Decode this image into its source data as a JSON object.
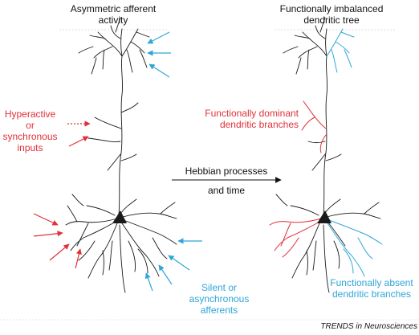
{
  "titles": {
    "left_line1": "Asymmetric afferent",
    "left_line2": "activity",
    "right_line1": "Functionally imbalanced",
    "right_line2": "dendritic tree"
  },
  "labels": {
    "hyperactive_line1": "Hyperactive or",
    "hyperactive_line2": "synchronous",
    "hyperactive_line3": "inputs",
    "dominant_line1": "Functionally dominant",
    "dominant_line2": "dendritic branches",
    "process_line1": "Hebbian processes",
    "process_line2": "and time",
    "silent_line1": "Silent or",
    "silent_line2": "asynchronous",
    "silent_line3": "afferents",
    "absent_line1": "Functionally absent",
    "absent_line2": "dendritic branches"
  },
  "source": "TRENDS in Neurosciences",
  "colors": {
    "active": "#e0313a",
    "silent": "#2fa6d8",
    "neuron": "#1a1a1a",
    "text": "#111111"
  }
}
